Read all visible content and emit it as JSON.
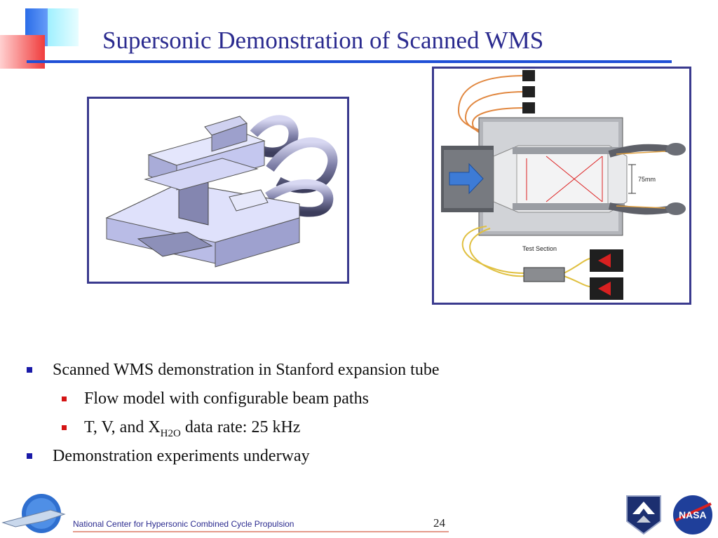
{
  "slide": {
    "title": "Supersonic Demonstration of Scanned WMS",
    "bullets": [
      {
        "level": 1,
        "text": "Scanned WMS demonstration in Stanford expansion tube"
      },
      {
        "level": 2,
        "text": "Flow model with configurable beam paths"
      },
      {
        "level": 2,
        "text_prefix": "T, V, and X",
        "subscript": "H2O",
        "text_suffix": " data rate: 25 kHz"
      },
      {
        "level": 1,
        "text": "Demonstration experiments underway"
      }
    ],
    "footer": "National Center for Hypersonic Combined Cycle Propulsion",
    "page_number": "24"
  },
  "figure_right": {
    "dimension_label": "75mm",
    "section_label": "Test Section"
  },
  "logos": {
    "nasa": "NASA"
  },
  "colors": {
    "title": "#2b2b8f",
    "rule": "#1f4fd6",
    "bullet_l1": "#1a1aa8",
    "bullet_l2": "#d41414",
    "frame": "#3a3a8e"
  }
}
